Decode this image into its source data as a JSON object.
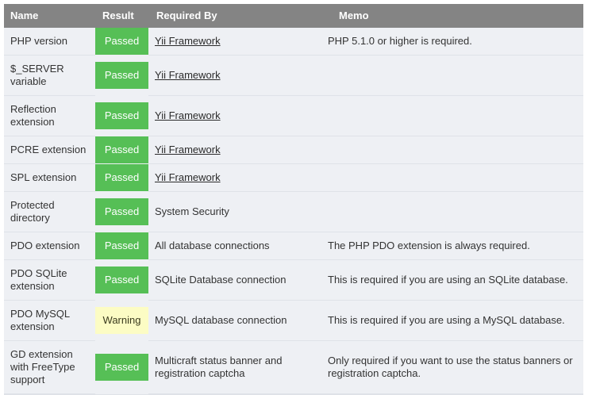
{
  "table": {
    "headers": {
      "name": "Name",
      "result": "Result",
      "required_by": "Required By",
      "memo": "Memo"
    },
    "colors": {
      "header_bg": "#848484",
      "row_bg": "#eef0f4",
      "passed_bg": "#56bf56",
      "passed_text": "#ffffff",
      "warning_bg": "#fcfcc4",
      "warning_text": "#3b3b1e",
      "text": "#333333",
      "row_divider": "#dfe2e8"
    },
    "rows": [
      {
        "name": "PHP version",
        "result": "Passed",
        "result_state": "passed",
        "required_by": "Yii Framework",
        "required_by_is_link": true,
        "memo": "PHP 5.1.0 or higher is required."
      },
      {
        "name": "$_SERVER variable",
        "result": "Passed",
        "result_state": "passed",
        "required_by": "Yii Framework",
        "required_by_is_link": true,
        "memo": ""
      },
      {
        "name": "Reflection extension",
        "result": "Passed",
        "result_state": "passed",
        "required_by": "Yii Framework",
        "required_by_is_link": true,
        "memo": ""
      },
      {
        "name": "PCRE extension",
        "result": "Passed",
        "result_state": "passed",
        "required_by": "Yii Framework",
        "required_by_is_link": true,
        "memo": ""
      },
      {
        "name": "SPL extension",
        "result": "Passed",
        "result_state": "passed",
        "required_by": "Yii Framework",
        "required_by_is_link": true,
        "memo": ""
      },
      {
        "name": "Protected directory",
        "result": "Passed",
        "result_state": "passed",
        "required_by": "System Security",
        "required_by_is_link": false,
        "memo": ""
      },
      {
        "name": "PDO extension",
        "result": "Passed",
        "result_state": "passed",
        "required_by": "All database connections",
        "required_by_is_link": false,
        "memo": "The PHP PDO extension is always required."
      },
      {
        "name": "PDO SQLite extension",
        "result": "Passed",
        "result_state": "passed",
        "required_by": "SQLite Database connection",
        "required_by_is_link": false,
        "memo": "This is required if you are using an SQLite database."
      },
      {
        "name": "PDO MySQL extension",
        "result": "Warning",
        "result_state": "warning",
        "required_by": "MySQL database connection",
        "required_by_is_link": false,
        "memo": "This is required if you are using a MySQL database."
      },
      {
        "name": "GD extension with FreeType support",
        "result": "Passed",
        "result_state": "passed",
        "required_by": "Multicraft status banner and registration captcha",
        "required_by_is_link": false,
        "memo": "Only required if you want to use the status banners or registration captcha."
      }
    ]
  }
}
